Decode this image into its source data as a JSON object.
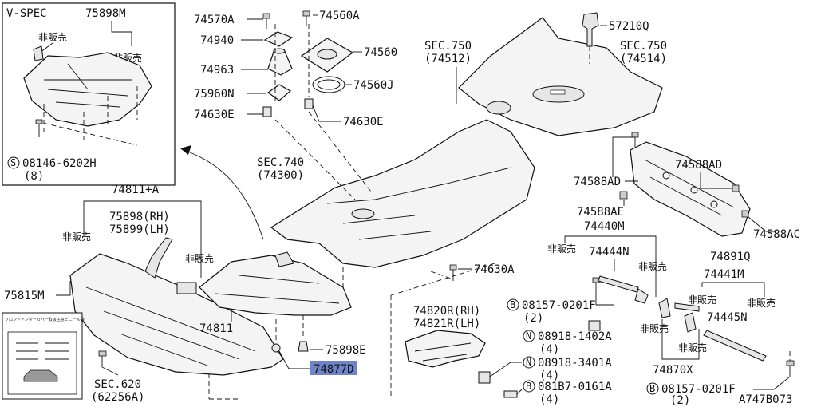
{
  "inset": {
    "title": "V-SPEC",
    "part": "75898M",
    "not_sold_1": "非販売",
    "not_sold_2": "非販売",
    "bolt_prefix": "S",
    "bolt": "08146-6202H",
    "bolt_qty": "(8)"
  },
  "labels": {
    "p74570A": "74570A",
    "p74560A": "74560A",
    "p57210Q": "57210Q",
    "p74940": "74940",
    "p74560": "74560",
    "p74963": "74963",
    "p74560J": "74560J",
    "p75960N": "75960N",
    "p74630E_l": "74630E",
    "p74630E_r": "74630E",
    "sec750a": "SEC.750",
    "sec750a_n": "(74512)",
    "sec750b": "SEC.750",
    "sec750b_n": "(74514)",
    "sec740": "SEC.740",
    "sec740_n": "(74300)",
    "p74588AD_l": "74588AD",
    "p74588AD_r": "74588AD",
    "p74588AE": "74588AE",
    "p74588AC": "74588AC",
    "p74811A": "74811+A",
    "p75898RH": "75898(RH)",
    "p75899LH": "75899(LH)",
    "ns_left": "非販売",
    "ns_mid": "非販売",
    "p75815M": "75815M",
    "p74811": "74811",
    "p74630A": "74630A",
    "p74440M": "74440M",
    "ns_a": "非販売",
    "p74444N": "74444N",
    "ns_b": "非販売",
    "p74891Q": "74891Q",
    "p74441M": "74441M",
    "ns_c": "非販売",
    "ns_d": "非販売",
    "p74445N": "74445N",
    "ns_e": "非販売",
    "ns_f": "非販売",
    "p74870X": "74870X",
    "p74820R": "74820R(RH)",
    "p74821R": "74821R(LH)",
    "b08157_a": "08157-0201F",
    "b08157_a_q": "(2)",
    "n08918_1402": "08918-1402A",
    "n08918_1402_q": "(4)",
    "n08918_3401": "08918-3401A",
    "n08918_3401_q": "(4)",
    "b081B7": "081B7-0161A",
    "b081B7_q": "(4)",
    "b08157_b": "08157-0201F",
    "b08157_b_q": "(2)",
    "p75898E": "75898E",
    "p74877D": "74877D",
    "sec620": "SEC.620",
    "sec620_n": "(62256A)",
    "ref_code": "A747B073",
    "prefix_B": "B",
    "prefix_N": "N",
    "sticker_text": "フロントアンダーカバー取扱注意ビニール袋"
  },
  "colors": {
    "highlight": "#6f84c8",
    "line": "#111111"
  }
}
